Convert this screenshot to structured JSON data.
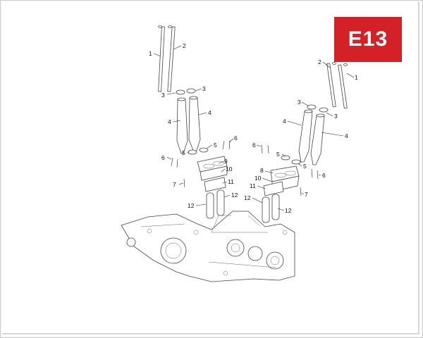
{
  "section_badge": {
    "label": "E13",
    "color": "#d42027"
  },
  "callouts": {
    "left": {
      "c1": "1",
      "c2": "2",
      "c3a": "3",
      "c3b": "3",
      "c4a": "4",
      "c4b": "4",
      "c5a": "5",
      "c5b": "5",
      "c6a": "6",
      "c6b": "6",
      "c7": "7",
      "c9": "9",
      "c10": "10",
      "c11": "11",
      "c12a": "12",
      "c12b": "12"
    },
    "right": {
      "c1": "1",
      "c2": "2",
      "c3a": "3",
      "c3b": "3",
      "c4a": "4",
      "c4b": "4",
      "c5a": "5",
      "c5b": "5",
      "c6a": "6",
      "c6b": "6",
      "c7": "7",
      "c8": "8",
      "c10": "10",
      "c11": "11",
      "c12a": "12",
      "c12b": "12"
    }
  }
}
